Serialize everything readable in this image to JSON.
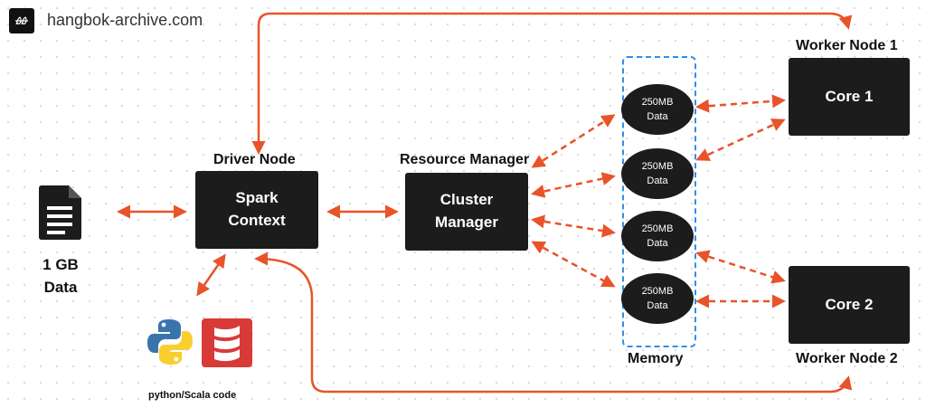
{
  "header": {
    "site": "hangbok-archive.com",
    "logo_icon": "signature-logo-icon"
  },
  "data_source": {
    "size": "1 GB",
    "label": "Data",
    "icon": "document-icon"
  },
  "driver": {
    "heading": "Driver Node",
    "line1": "Spark",
    "line2": "Context"
  },
  "resource_manager": {
    "heading": "Resource Manager",
    "line1": "Cluster",
    "line2": "Manager"
  },
  "memory": {
    "label": "Memory",
    "blocks": [
      {
        "size": "250MB",
        "label": "Data"
      },
      {
        "size": "250MB",
        "label": "Data"
      },
      {
        "size": "250MB",
        "label": "Data"
      },
      {
        "size": "250MB",
        "label": "Data"
      }
    ]
  },
  "workers": [
    {
      "heading": "Worker Node 1",
      "core": "Core 1"
    },
    {
      "heading": "Worker Node 2",
      "core": "Core 2"
    }
  ],
  "code": {
    "label": "python/Scala code",
    "icons": [
      "python-logo-icon",
      "scala-logo-icon"
    ]
  },
  "colors": {
    "arrow": "#e8532a",
    "box": "#1c1c1c",
    "memory_border": "#2f8fe8"
  }
}
